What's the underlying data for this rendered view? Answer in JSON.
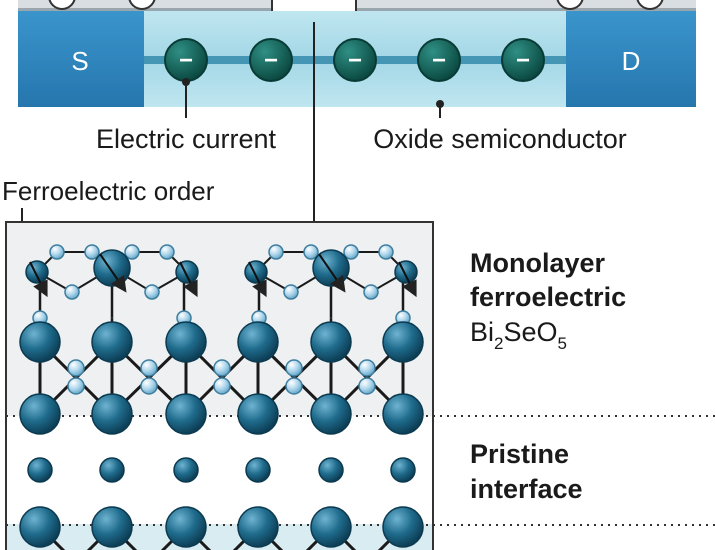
{
  "device": {
    "source_label": "S",
    "drain_label": "D",
    "electron_symbol": "−",
    "electron_count": 5,
    "electric_current_label": "Electric current",
    "oxide_label": "Oxide semiconductor"
  },
  "inset": {
    "ferroelectric_order_label": "Ferroelectric order",
    "layers": [
      {
        "title_line1": "Monolayer",
        "title_line2": "ferroelectric",
        "formula": {
          "a": "Bi",
          "a_sub": "2",
          "b": "SeO",
          "b_sub": "5"
        }
      },
      {
        "title_line1": "Pristine",
        "title_line2": "interface"
      }
    ]
  },
  "colors": {
    "atom_dark": "#1f6b8c",
    "atom_light": "#a9d3ea",
    "electron": "#0f5b52",
    "channel": "#a8dbe8",
    "electrode": "#2e86bf",
    "box_bg": "#eef0f1",
    "bottom_band": "#d8ecf2"
  }
}
